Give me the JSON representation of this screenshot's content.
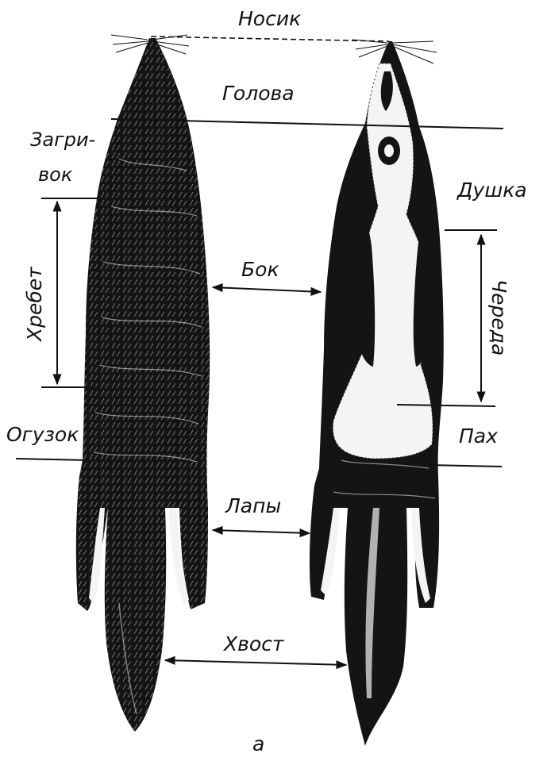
{
  "figure": {
    "caption": "a",
    "labels": {
      "nose": "Носик",
      "head": "Голова",
      "scruff_line1": "Загри-",
      "scruff_line2": "вок",
      "chest": "Душка",
      "spine": "Хребет",
      "side": "Бок",
      "belly": "Череда",
      "rump": "Огузок",
      "groin": "Пах",
      "paws": "Лапы",
      "tail": "Хвост"
    }
  },
  "colors": {
    "ink": "#111111",
    "background": "#ffffff"
  }
}
